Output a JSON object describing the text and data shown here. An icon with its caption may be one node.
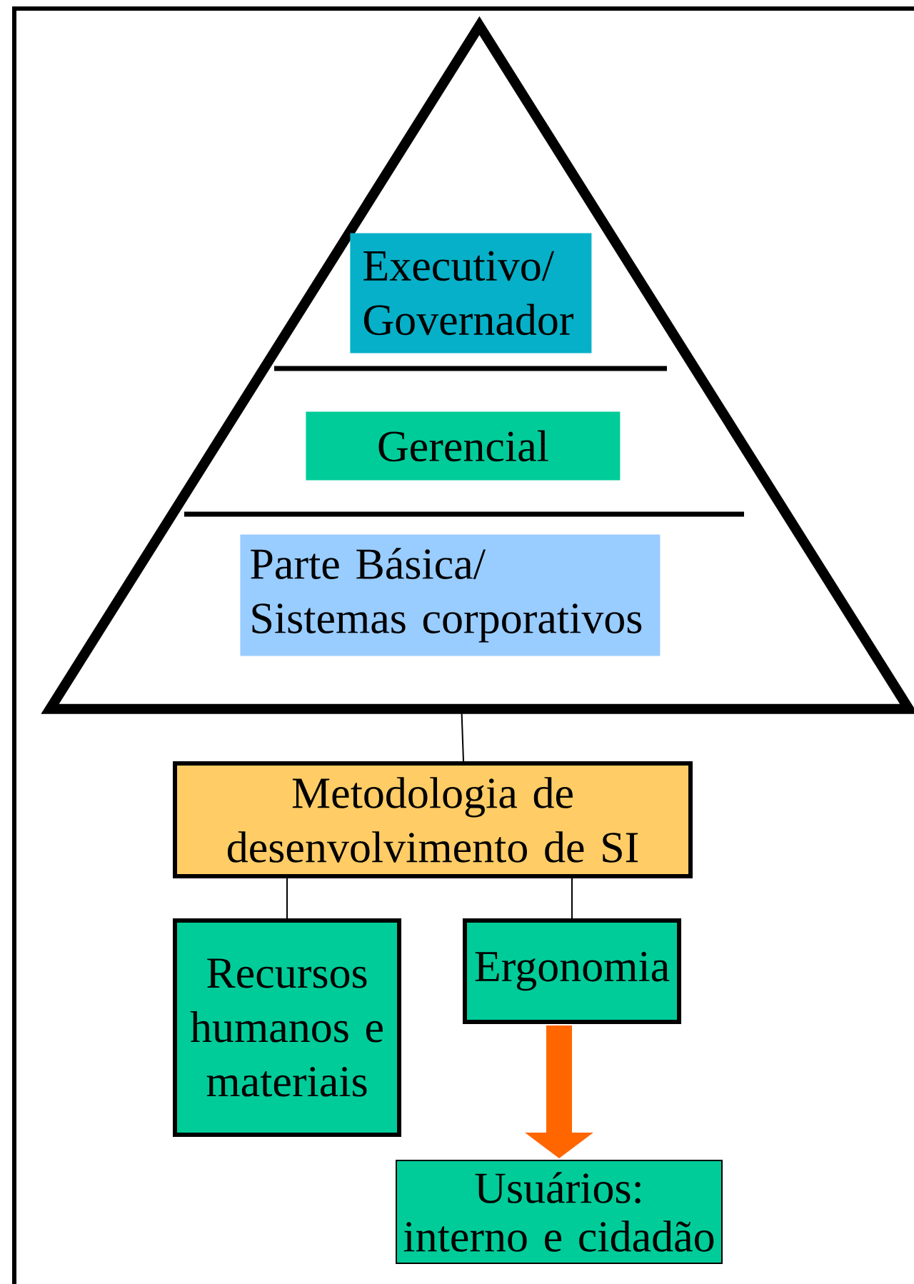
{
  "diagram": {
    "nodes": [
      {
        "text": [],
        "shape": "triangle"
      },
      {
        "text": [
          "Executivo/ Governador"
        ],
        "in": 0
      },
      {
        "text": [
          "Gerencial"
        ],
        "in": 0
      },
      {
        "text": [
          "Parte Básica/ Sistemas corporativos"
        ],
        "in": 0
      },
      {
        "text": [
          "Metodologia de desenvolvimento de SI"
        ]
      },
      {
        "text": [
          "Recursos humanos e materiais"
        ]
      },
      {
        "text": [
          "Ergonomia"
        ]
      },
      {
        "text": [
          "Usuários: interno e cidadão"
        ]
      }
    ],
    "edges": [
      {
        "from": 0,
        "to": 4,
        "arrow": "none"
      },
      {
        "from": 4,
        "to": 5,
        "arrow": "none"
      },
      {
        "from": 4,
        "to": 6,
        "arrow": "none"
      },
      {
        "from": 6,
        "to": 7,
        "arrow": "to",
        "style": "thick",
        "color": "#ff6600"
      }
    ]
  }
}
